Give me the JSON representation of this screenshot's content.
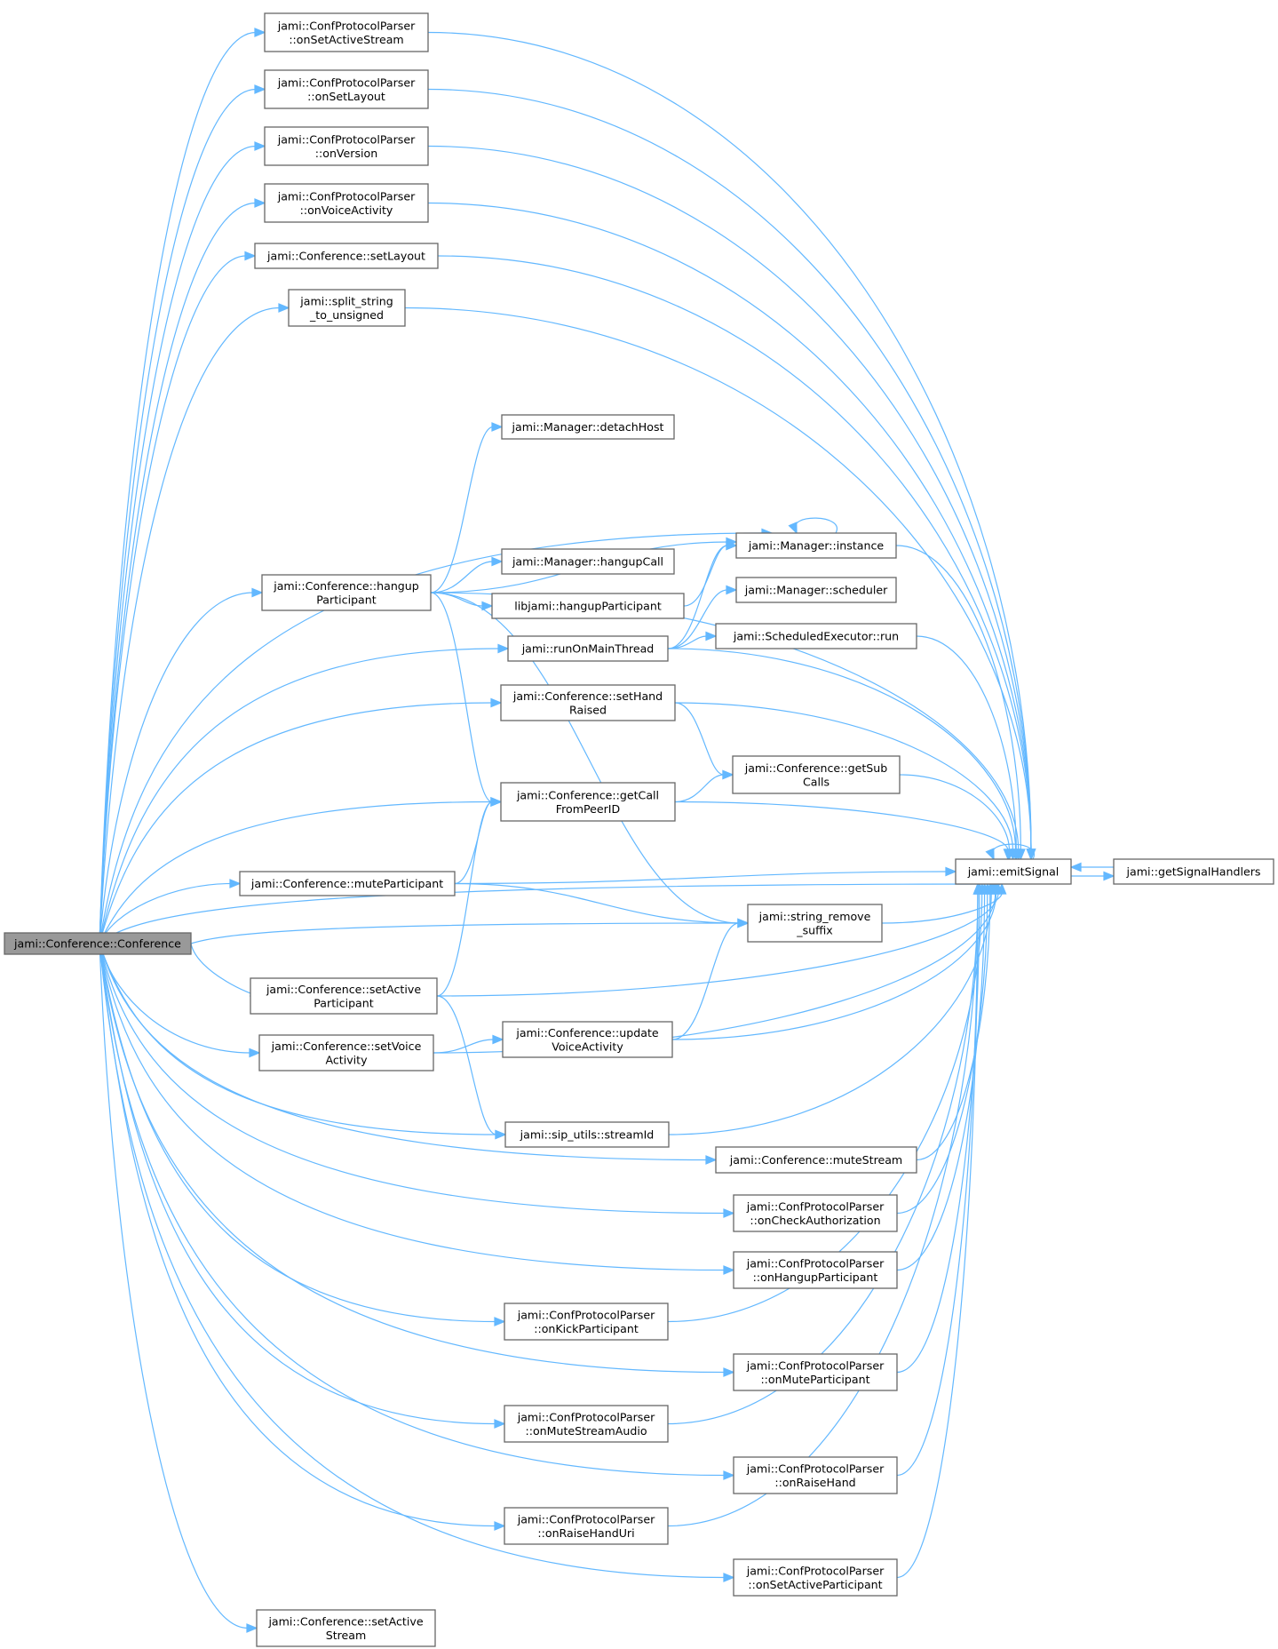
{
  "colors": {
    "node_fill": "#ffffff",
    "node_stroke": "#666666",
    "root_fill": "#999999",
    "edge": "#63b8ff",
    "text": "#000000"
  },
  "nodes": [
    {
      "id": "root",
      "lines": [
        "jami::Conference::Conference"
      ],
      "root": true
    },
    {
      "id": "onSetActiveStream",
      "lines": [
        "jami::ConfProtocolParser",
        "::onSetActiveStream"
      ]
    },
    {
      "id": "onSetLayout",
      "lines": [
        "jami::ConfProtocolParser",
        "::onSetLayout"
      ]
    },
    {
      "id": "onVersion",
      "lines": [
        "jami::ConfProtocolParser",
        "::onVersion"
      ]
    },
    {
      "id": "onVoiceActivity",
      "lines": [
        "jami::ConfProtocolParser",
        "::onVoiceActivity"
      ]
    },
    {
      "id": "setLayout",
      "lines": [
        "jami::Conference::setLayout"
      ]
    },
    {
      "id": "splitString",
      "lines": [
        "jami::split_string",
        "_to_unsigned"
      ]
    },
    {
      "id": "detachHost",
      "lines": [
        "jami::Manager::detachHost"
      ]
    },
    {
      "id": "instance",
      "lines": [
        "jami::Manager::instance"
      ]
    },
    {
      "id": "hangupPart",
      "lines": [
        "jami::Conference::hangup",
        "Participant"
      ]
    },
    {
      "id": "hangupCall",
      "lines": [
        "jami::Manager::hangupCall"
      ]
    },
    {
      "id": "libHangup",
      "lines": [
        "libjami::hangupParticipant"
      ]
    },
    {
      "id": "scheduler",
      "lines": [
        "jami::Manager::scheduler"
      ]
    },
    {
      "id": "runMain",
      "lines": [
        "jami::runOnMainThread"
      ]
    },
    {
      "id": "schedRun",
      "lines": [
        "jami::ScheduledExecutor::run"
      ]
    },
    {
      "id": "setHand",
      "lines": [
        "jami::Conference::setHand",
        "Raised"
      ]
    },
    {
      "id": "getSub",
      "lines": [
        "jami::Conference::getSub",
        "Calls"
      ]
    },
    {
      "id": "getCallPeer",
      "lines": [
        "jami::Conference::getCall",
        "FromPeerID"
      ]
    },
    {
      "id": "mutePart",
      "lines": [
        "jami::Conference::muteParticipant"
      ]
    },
    {
      "id": "emit",
      "lines": [
        "jami::emitSignal"
      ]
    },
    {
      "id": "getHandlers",
      "lines": [
        "jami::getSignalHandlers"
      ]
    },
    {
      "id": "strRemove",
      "lines": [
        "jami::string_remove",
        "_suffix"
      ]
    },
    {
      "id": "setActivePart",
      "lines": [
        "jami::Conference::setActive",
        "Participant"
      ]
    },
    {
      "id": "updateVoice",
      "lines": [
        "jami::Conference::update",
        "VoiceActivity"
      ]
    },
    {
      "id": "setVoice",
      "lines": [
        "jami::Conference::setVoice",
        "Activity"
      ]
    },
    {
      "id": "streamId",
      "lines": [
        "jami::sip_utils::streamId"
      ]
    },
    {
      "id": "muteStream",
      "lines": [
        "jami::Conference::muteStream"
      ]
    },
    {
      "id": "onCheckAuth",
      "lines": [
        "jami::ConfProtocolParser",
        "::onCheckAuthorization"
      ]
    },
    {
      "id": "onHangupPart",
      "lines": [
        "jami::ConfProtocolParser",
        "::onHangupParticipant"
      ]
    },
    {
      "id": "onKickPart",
      "lines": [
        "jami::ConfProtocolParser",
        "::onKickParticipant"
      ]
    },
    {
      "id": "onMutePart",
      "lines": [
        "jami::ConfProtocolParser",
        "::onMuteParticipant"
      ]
    },
    {
      "id": "onMuteStreamAudio",
      "lines": [
        "jami::ConfProtocolParser",
        "::onMuteStreamAudio"
      ]
    },
    {
      "id": "onRaiseHand",
      "lines": [
        "jami::ConfProtocolParser",
        "::onRaiseHand"
      ]
    },
    {
      "id": "onRaiseHandUri",
      "lines": [
        "jami::ConfProtocolParser",
        "::onRaiseHandUri"
      ]
    },
    {
      "id": "onSetActivePart",
      "lines": [
        "jami::ConfProtocolParser",
        "::onSetActiveParticipant"
      ]
    },
    {
      "id": "setActiveStream",
      "lines": [
        "jami::Conference::setActive",
        "Stream"
      ]
    }
  ],
  "edges": [
    [
      "root",
      "onSetActiveStream"
    ],
    [
      "root",
      "onSetLayout"
    ],
    [
      "root",
      "onVersion"
    ],
    [
      "root",
      "onVoiceActivity"
    ],
    [
      "root",
      "setLayout"
    ],
    [
      "root",
      "splitString"
    ],
    [
      "root",
      "emit"
    ],
    [
      "root",
      "instance"
    ],
    [
      "root",
      "hangupPart"
    ],
    [
      "root",
      "runMain"
    ],
    [
      "root",
      "setHand"
    ],
    [
      "root",
      "getCallPeer"
    ],
    [
      "root",
      "mutePart"
    ],
    [
      "root",
      "strRemove"
    ],
    [
      "root",
      "setActivePart"
    ],
    [
      "root",
      "setVoice"
    ],
    [
      "root",
      "streamId"
    ],
    [
      "root",
      "muteStream"
    ],
    [
      "root",
      "onCheckAuth"
    ],
    [
      "root",
      "onHangupPart"
    ],
    [
      "root",
      "onKickPart"
    ],
    [
      "root",
      "onMutePart"
    ],
    [
      "root",
      "onMuteStreamAudio"
    ],
    [
      "root",
      "onRaiseHand"
    ],
    [
      "root",
      "onRaiseHandUri"
    ],
    [
      "root",
      "onSetActivePart"
    ],
    [
      "root",
      "setActiveStream"
    ],
    [
      "onSetActiveStream",
      "emit"
    ],
    [
      "onSetLayout",
      "emit"
    ],
    [
      "onVersion",
      "emit"
    ],
    [
      "onVoiceActivity",
      "emit"
    ],
    [
      "setLayout",
      "emit"
    ],
    [
      "splitString",
      "emit"
    ],
    [
      "hangupPart",
      "detachHost"
    ],
    [
      "hangupPart",
      "emit"
    ],
    [
      "hangupPart",
      "instance"
    ],
    [
      "hangupPart",
      "hangupCall"
    ],
    [
      "hangupPart",
      "libHangup"
    ],
    [
      "hangupPart",
      "getCallPeer"
    ],
    [
      "hangupPart",
      "strRemove"
    ],
    [
      "instance",
      "instance"
    ],
    [
      "instance",
      "emit"
    ],
    [
      "libHangup",
      "instance"
    ],
    [
      "runMain",
      "instance"
    ],
    [
      "runMain",
      "scheduler"
    ],
    [
      "runMain",
      "schedRun"
    ],
    [
      "runMain",
      "emit"
    ],
    [
      "schedRun",
      "emit"
    ],
    [
      "setHand",
      "getSub"
    ],
    [
      "setHand",
      "emit"
    ],
    [
      "getCallPeer",
      "getSub"
    ],
    [
      "getCallPeer",
      "emit"
    ],
    [
      "getSub",
      "emit"
    ],
    [
      "mutePart",
      "getCallPeer"
    ],
    [
      "mutePart",
      "emit"
    ],
    [
      "mutePart",
      "strRemove"
    ],
    [
      "strRemove",
      "emit"
    ],
    [
      "setActivePart",
      "getCallPeer"
    ],
    [
      "setActivePart",
      "streamId"
    ],
    [
      "setActivePart",
      "emit"
    ],
    [
      "setVoice",
      "updateVoice"
    ],
    [
      "setVoice",
      "emit"
    ],
    [
      "updateVoice",
      "strRemove"
    ],
    [
      "updateVoice",
      "emit"
    ],
    [
      "streamId",
      "emit"
    ],
    [
      "muteStream",
      "emit"
    ],
    [
      "onCheckAuth",
      "emit"
    ],
    [
      "onHangupPart",
      "emit"
    ],
    [
      "onKickPart",
      "emit"
    ],
    [
      "onMutePart",
      "emit"
    ],
    [
      "onMuteStreamAudio",
      "emit"
    ],
    [
      "onRaiseHand",
      "emit"
    ],
    [
      "onRaiseHandUri",
      "emit"
    ],
    [
      "onSetActivePart",
      "emit"
    ],
    [
      "emit",
      "emit"
    ],
    [
      "emit",
      "getHandlers"
    ],
    [
      "getHandlers",
      "emit"
    ]
  ]
}
